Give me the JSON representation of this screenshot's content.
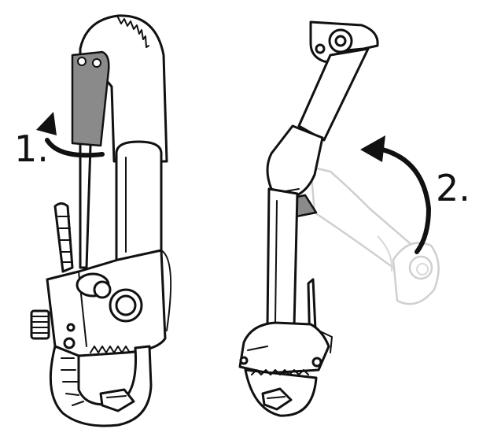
{
  "steps": [
    {
      "label": "1."
    },
    {
      "label": "2."
    }
  ],
  "icons": {
    "left": "mount-clamp-closed",
    "right": "mount-clamp-rotating",
    "arrow1": "curved-arrow-counterclockwise",
    "arrow2": "curved-arrow-clockwise",
    "lever": "release-lever"
  },
  "colors": {
    "outline": "#111111",
    "lever": "#8a8a8a",
    "ghost": "#cfcfcf",
    "background": "#ffffff"
  }
}
